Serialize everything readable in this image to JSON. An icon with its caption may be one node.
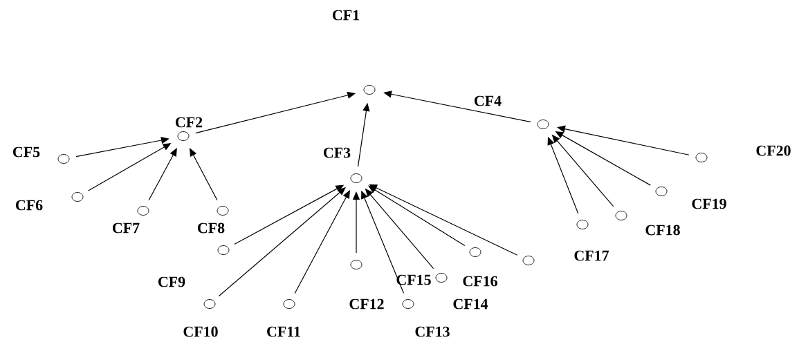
{
  "diagram": {
    "nodes": [
      {
        "text": [],
        "shape": "circle"
      },
      {
        "text": [],
        "shape": "circle",
        "beside": [
          "CF2"
        ]
      },
      {
        "text": [],
        "shape": "circle",
        "beside": [
          "CF3"
        ]
      },
      {
        "text": [],
        "shape": "circle",
        "beside": [
          "CF4"
        ]
      },
      {
        "text": [],
        "shape": "circle",
        "beside": [
          "CF5"
        ]
      },
      {
        "text": [],
        "shape": "circle",
        "beside": [
          "CF6"
        ]
      },
      {
        "text": [],
        "shape": "circle",
        "beside": [
          "CF7"
        ]
      },
      {
        "text": [],
        "shape": "circle",
        "beside": [
          "CF8"
        ]
      },
      {
        "text": [],
        "shape": "circle"
      },
      {
        "text": [],
        "shape": "circle",
        "beside": [
          "CF10"
        ]
      },
      {
        "text": [],
        "shape": "circle",
        "beside": [
          "CF11"
        ]
      },
      {
        "text": [],
        "shape": "circle",
        "beside": [
          "CF12"
        ]
      },
      {
        "text": [],
        "shape": "circle",
        "beside": [
          "CF13"
        ]
      },
      {
        "text": [],
        "shape": "circle"
      },
      {
        "text": [],
        "shape": "circle",
        "beside": [
          "CF15"
        ]
      },
      {
        "text": [],
        "shape": "circle",
        "beside": [
          "CF16"
        ]
      },
      {
        "text": [],
        "shape": "circle",
        "beside": [
          "CF17"
        ]
      },
      {
        "text": [],
        "shape": "circle",
        "beside": [
          "CF18"
        ]
      },
      {
        "text": [],
        "shape": "circle",
        "beside": [
          "CF19"
        ]
      },
      {
        "text": [],
        "shape": "circle"
      }
    ],
    "labels": [
      "CF1",
      "CF9",
      "CF14",
      "CF20"
    ],
    "edges": [
      {
        "from": 1,
        "to": 0,
        "arrow": "to"
      },
      {
        "from": 2,
        "to": 0,
        "arrow": "to"
      },
      {
        "from": 3,
        "to": 0,
        "arrow": "to"
      },
      {
        "from": 4,
        "to": 1,
        "arrow": "to"
      },
      {
        "from": 5,
        "to": 1,
        "arrow": "to"
      },
      {
        "from": 6,
        "to": 1,
        "arrow": "to"
      },
      {
        "from": 7,
        "to": 1,
        "arrow": "to"
      },
      {
        "from": 8,
        "to": 2,
        "arrow": "to"
      },
      {
        "from": 9,
        "to": 2,
        "arrow": "to"
      },
      {
        "from": 10,
        "to": 2,
        "arrow": "to"
      },
      {
        "from": 11,
        "to": 2,
        "arrow": "to"
      },
      {
        "from": 12,
        "to": 2,
        "arrow": "to"
      },
      {
        "from": 13,
        "to": 2,
        "arrow": "to"
      },
      {
        "from": 14,
        "to": 2,
        "arrow": "to"
      },
      {
        "from": 15,
        "to": 2,
        "arrow": "to"
      },
      {
        "from": 16,
        "to": 3,
        "arrow": "to"
      },
      {
        "from": 17,
        "to": 3,
        "arrow": "to"
      },
      {
        "from": 18,
        "to": 3,
        "arrow": "to"
      },
      {
        "from": 19,
        "to": 3,
        "arrow": "to"
      }
    ]
  }
}
